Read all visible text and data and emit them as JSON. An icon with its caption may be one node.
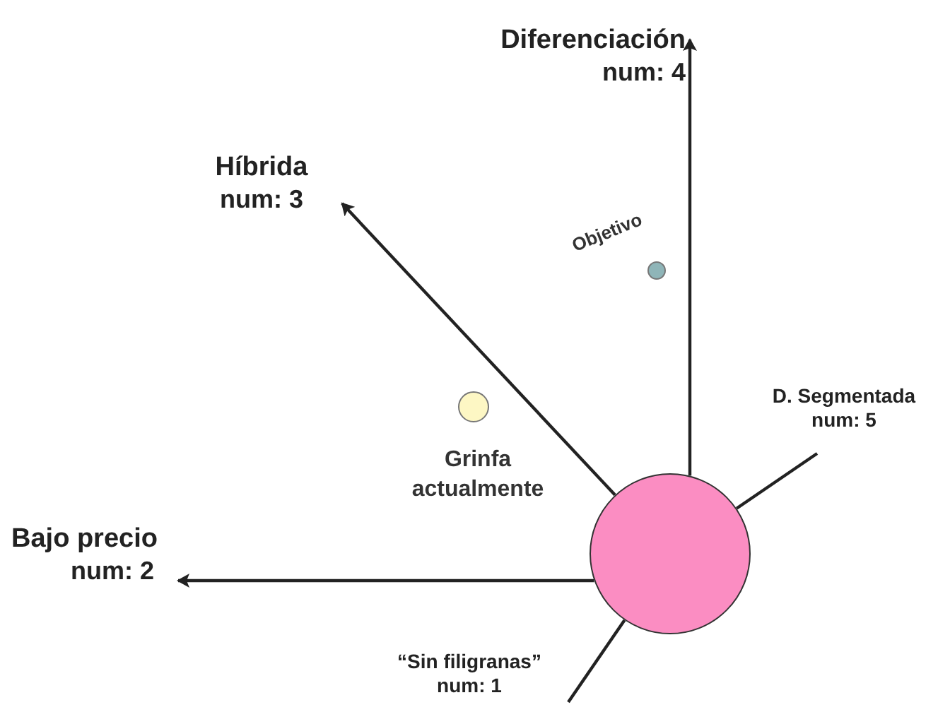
{
  "diagram": {
    "nodes": [
      {
        "text": [],
        "shape": "circle"
      },
      {
        "text": [
          "Diferenciación",
          "num: 4"
        ]
      },
      {
        "text": [
          "Híbrida",
          "num: 3"
        ]
      },
      {
        "text": [
          "Bajo precio",
          "num: 2"
        ]
      },
      {
        "text": [
          "D. Segmentada",
          "num: 5"
        ]
      },
      {
        "text": [
          "“Sin filigranas”",
          "num: 1"
        ]
      },
      {
        "text": [],
        "shape": "circle",
        "beside": [
          "Objetivo"
        ]
      },
      {
        "text": [],
        "shape": "circle",
        "beside": [
          "Grinfa actualmente"
        ]
      }
    ],
    "edges": [
      {
        "from": 0,
        "to": 1,
        "arrow": "to"
      },
      {
        "from": 0,
        "to": 2,
        "arrow": "to"
      },
      {
        "from": 0,
        "to": 3,
        "arrow": "to"
      },
      {
        "from": 0,
        "to": 4,
        "arrow": "none"
      },
      {
        "from": 0,
        "to": 5,
        "arrow": "none"
      }
    ]
  }
}
